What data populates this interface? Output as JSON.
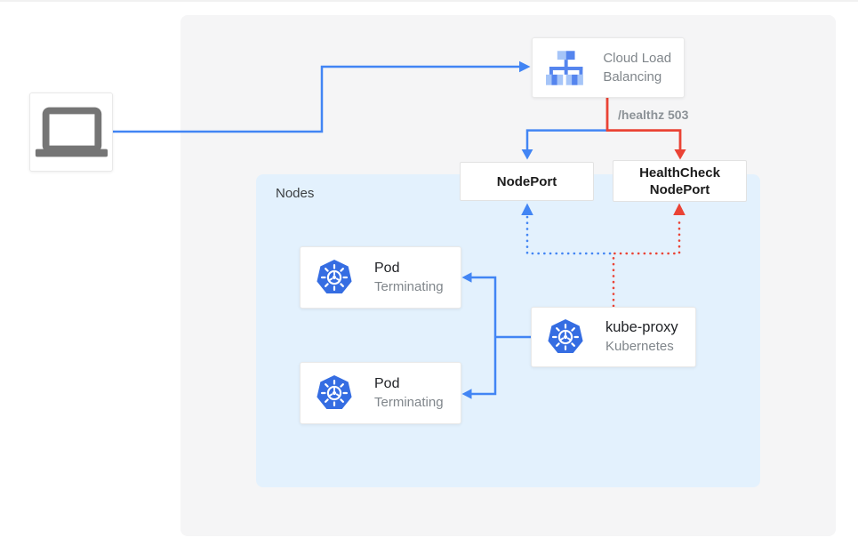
{
  "diagram": {
    "client": {
      "icon": "laptop-icon"
    },
    "load_balancer": {
      "label": "Cloud Load Balancing",
      "icon": "load-balancer-icon"
    },
    "healthz_badge": "/healthz 503",
    "node_port": {
      "label": "NodePort"
    },
    "health_check_node_port": {
      "label": "HealthCheck NodePort"
    },
    "nodes_container": {
      "label": "Nodes"
    },
    "pods": [
      {
        "label": "Pod",
        "status": "Terminating",
        "icon": "kubernetes-icon"
      },
      {
        "label": "Pod",
        "status": "Terminating",
        "icon": "kubernetes-icon"
      }
    ],
    "kube_proxy": {
      "label": "kube-proxy",
      "sublabel": "Kubernetes",
      "icon": "kubernetes-icon"
    }
  },
  "colors": {
    "line_blue": "#4285f4",
    "line_red": "#ea4335",
    "panel_bg": "#f5f5f6",
    "nodes_bg": "#e3f1fd",
    "kubernetes_blue": "#356de2",
    "laptop_gray": "#757575",
    "text_dark": "#212327",
    "text_gray": "#80868b"
  }
}
